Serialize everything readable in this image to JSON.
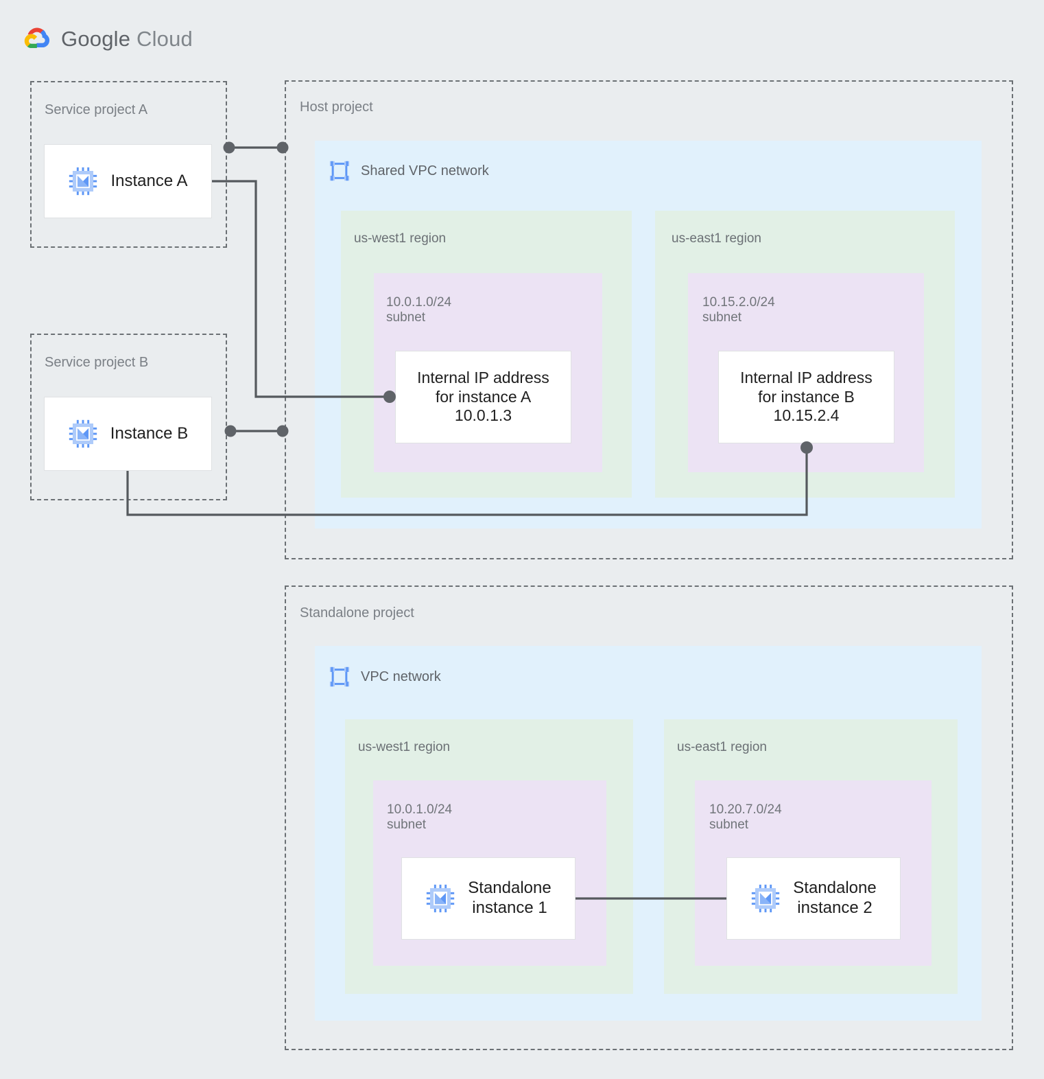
{
  "brand": {
    "name_part1": "Google",
    "name_part2": "Cloud",
    "logo_icon": "google-cloud-logo"
  },
  "projects": [
    {
      "id": "service-project-a",
      "label": "Service project A"
    },
    {
      "id": "host-project",
      "label": "Host project"
    },
    {
      "id": "service-project-b",
      "label": "Service project B"
    },
    {
      "id": "standalone-project",
      "label": "Standalone project"
    }
  ],
  "networks": [
    {
      "id": "shared-vpc",
      "label": "Shared VPC network",
      "icon": "vpc-network-icon"
    },
    {
      "id": "vpc",
      "label": "VPC network",
      "icon": "vpc-network-icon"
    }
  ],
  "regions": [
    {
      "id": "host-us-west1",
      "label": "us-west1 region"
    },
    {
      "id": "host-us-east1",
      "label": "us-east1 region"
    },
    {
      "id": "alone-us-west1",
      "label": "us-west1 region"
    },
    {
      "id": "alone-us-east1",
      "label": "us-east1 region"
    }
  ],
  "subnets": [
    {
      "id": "subnet-host-west",
      "cidr": "10.0.1.0/24",
      "kind": "subnet",
      "label": "10.0.1.0/24\nsubnet"
    },
    {
      "id": "subnet-host-east",
      "cidr": "10.15.2.0/24",
      "kind": "subnet",
      "label": "10.15.2.0/24\nsubnet"
    },
    {
      "id": "subnet-alone-west",
      "cidr": "10.0.1.0/24",
      "kind": "subnet",
      "label": "10.0.1.0/24\nsubnet"
    },
    {
      "id": "subnet-alone-east",
      "cidr": "10.20.7.0/24",
      "kind": "subnet",
      "label": "10.20.7.0/24\nsubnet"
    }
  ],
  "instances": [
    {
      "id": "instance-a",
      "label": "Instance A",
      "icon": "vm-instance-icon"
    },
    {
      "id": "instance-b",
      "label": "Instance B",
      "icon": "vm-instance-icon"
    },
    {
      "id": "standalone-instance-1",
      "label": "Standalone\ninstance 1",
      "icon": "vm-instance-icon"
    },
    {
      "id": "standalone-instance-2",
      "label": "Standalone\ninstance 2",
      "icon": "vm-instance-icon"
    }
  ],
  "ip_cards": [
    {
      "id": "ip-instance-a",
      "label": "Internal IP address\nfor instance A\n10.0.1.3",
      "address": "10.0.1.3"
    },
    {
      "id": "ip-instance-b",
      "label": "Internal IP address\nfor instance B\n10.15.2.4",
      "address": "10.15.2.4"
    }
  ],
  "colors": {
    "page_background": "#eaedef",
    "vpc_network": "#e1f1fc",
    "region": "#e2f0e6",
    "subnet": "#ece3f4",
    "card": "#ffffff",
    "dashed_border": "#6b7074",
    "connector": "#55595d",
    "icon_blue": "#5e97f6",
    "label_text": "#7a7f85",
    "body_text": "#1f1f1f",
    "logo_red": "#ea4335",
    "logo_blue": "#4285f4",
    "logo_yellow": "#fbbc05",
    "logo_green": "#34a853"
  }
}
